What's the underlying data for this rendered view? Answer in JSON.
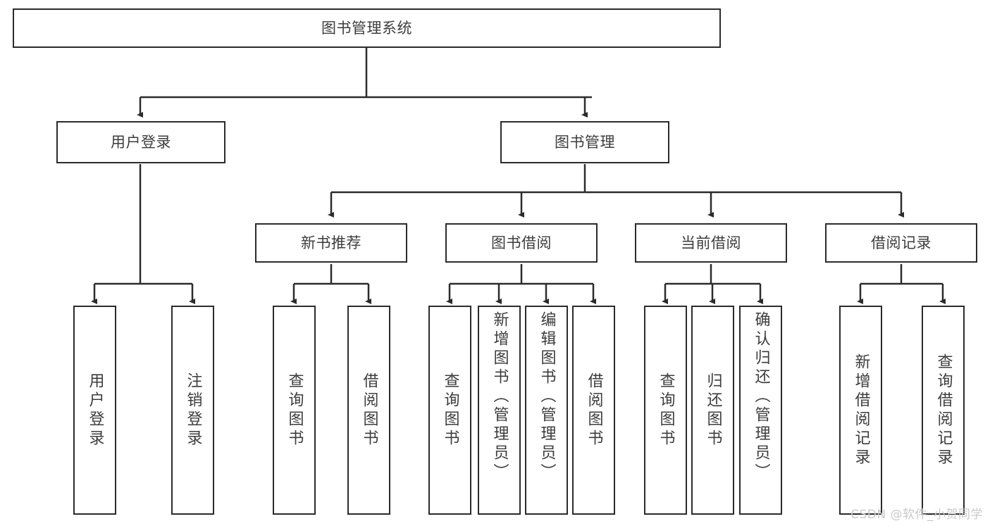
{
  "diagram": {
    "title_node": {
      "id": "root",
      "label": "图书管理系统"
    },
    "level2": [
      {
        "id": "user-login",
        "label": "用户登录"
      },
      {
        "id": "book-manage",
        "label": "图书管理"
      }
    ],
    "level3": [
      {
        "id": "new-book-rec",
        "label": "新书推荐"
      },
      {
        "id": "book-borrow",
        "label": "图书借阅"
      },
      {
        "id": "current-borrow",
        "label": "当前借阅"
      },
      {
        "id": "borrow-record",
        "label": "借阅记录"
      }
    ],
    "leaves": {
      "user_login": [
        {
          "id": "leaf-user-login",
          "label": "用户登录"
        },
        {
          "id": "leaf-logout-login",
          "label": "注销登录"
        }
      ],
      "new_book_rec": [
        {
          "id": "leaf-query-book-1",
          "label": "查询图书"
        },
        {
          "id": "leaf-borrow-book-1",
          "label": "借阅图书"
        }
      ],
      "book_borrow": [
        {
          "id": "leaf-query-book-2",
          "label": "查询图书"
        },
        {
          "id": "leaf-add-book",
          "label": "新增图书（管理员）"
        },
        {
          "id": "leaf-edit-book",
          "label": "编辑图书（管理员）"
        },
        {
          "id": "leaf-borrow-book-2",
          "label": "借阅图书"
        }
      ],
      "current_borrow": [
        {
          "id": "leaf-query-book-3",
          "label": "查询图书"
        },
        {
          "id": "leaf-return-book",
          "label": "归还图书"
        },
        {
          "id": "leaf-confirm-return",
          "label": "确认归还（管理员）"
        }
      ],
      "borrow_record": [
        {
          "id": "leaf-add-record",
          "label": "新增借阅记录"
        },
        {
          "id": "leaf-query-record",
          "label": "查询借阅记录"
        }
      ]
    }
  },
  "watermark": {
    "text": "CSDN @软件_小贺同学"
  },
  "colors": {
    "stroke": "#2b2b2b",
    "text": "#3d3d3d",
    "background": "#ffffff",
    "watermark": "#c9c9c9"
  }
}
